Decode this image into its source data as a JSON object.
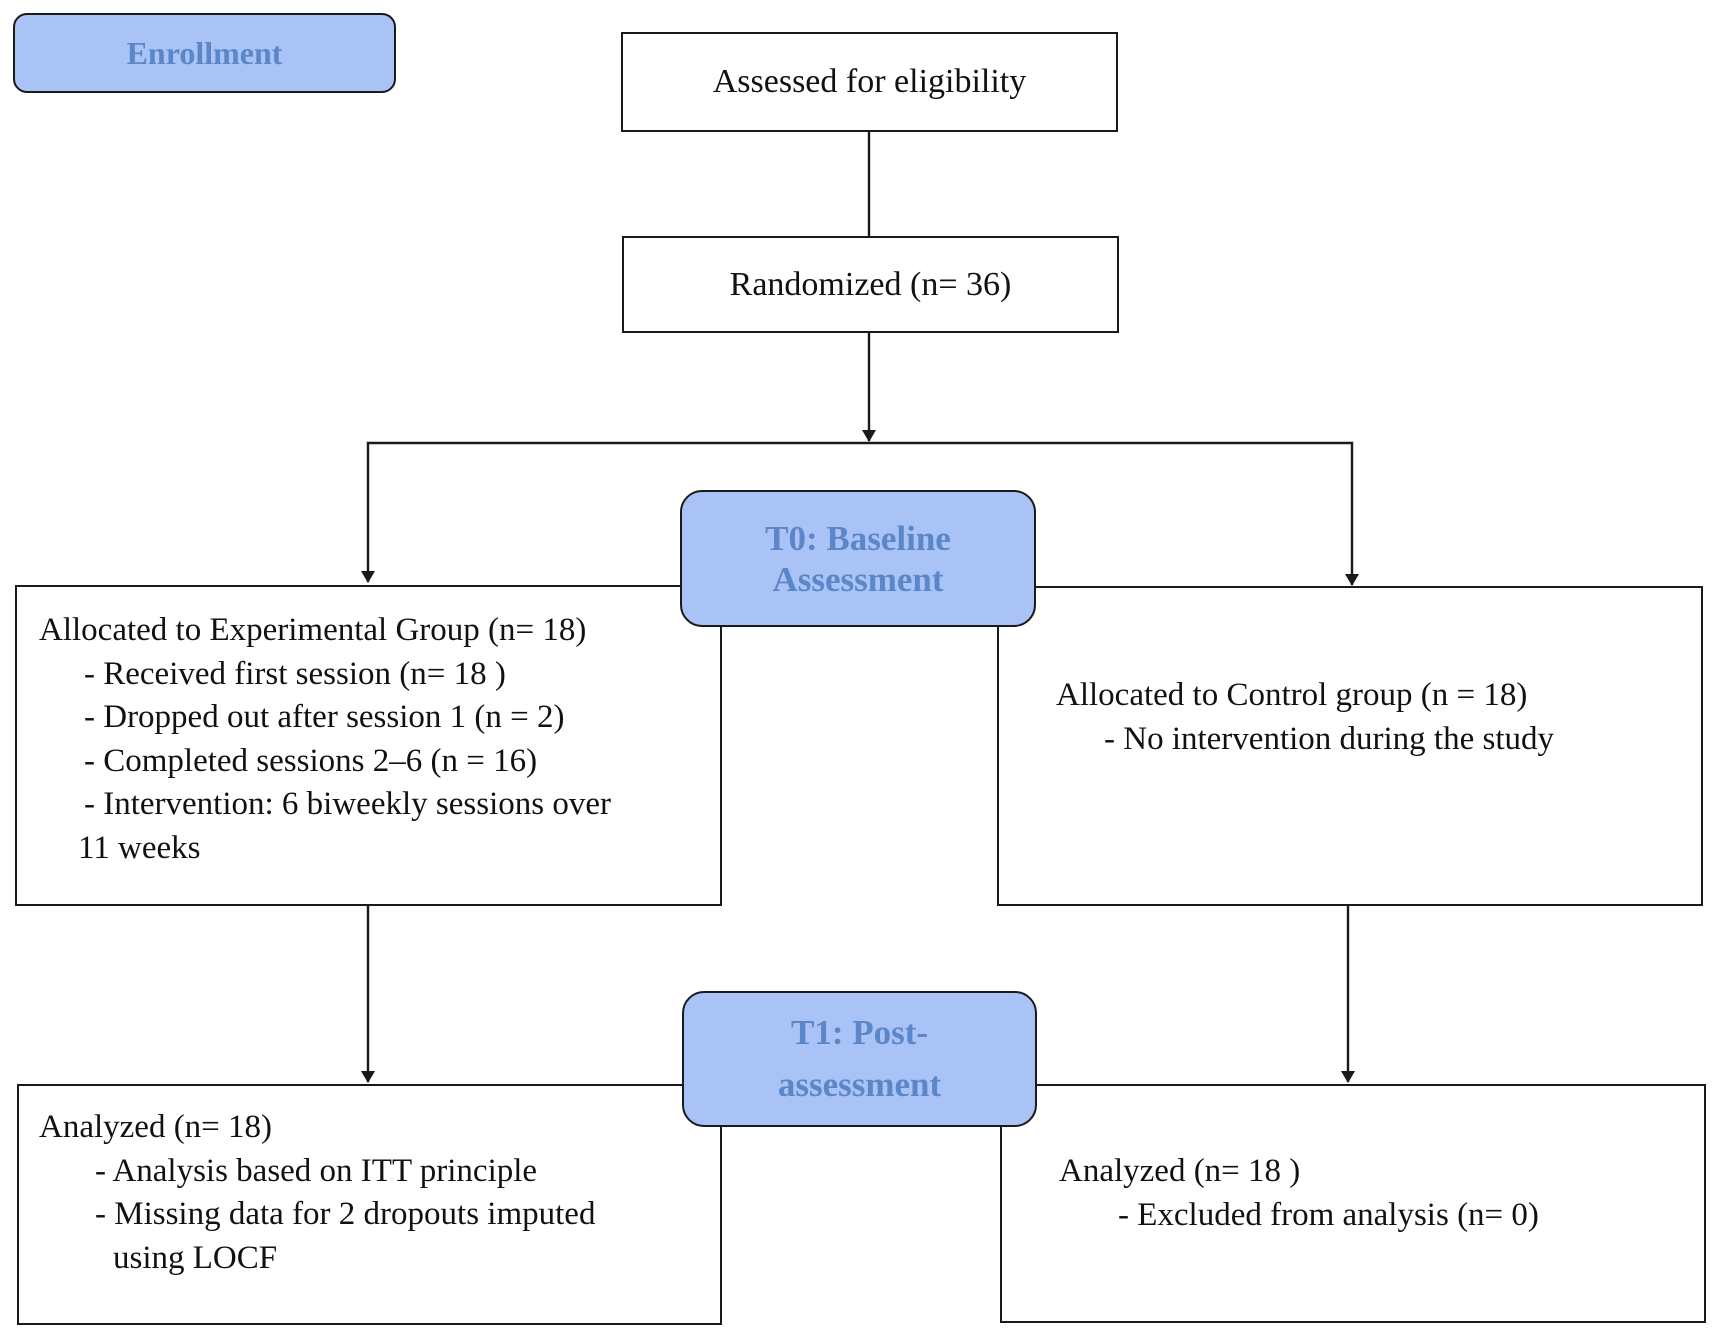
{
  "stages": {
    "enrollment": "Enrollment",
    "t0": "T0: Baseline Assessment",
    "t1": "T1: Post-assessment"
  },
  "assessed": "Assessed for eligibility",
  "randomized": "Randomized (n= 36)",
  "experimental_allocation": {
    "title": "Allocated to Experimental Group (n= 18)",
    "items": [
      "- Received first session (n= 18 )",
      "- Dropped out after session 1 (n = 2)",
      "- Completed sessions 2–6 (n = 16)",
      "- Intervention: 6 biweekly sessions over"
    ],
    "continuation": "11 weeks"
  },
  "control_allocation": {
    "title": "Allocated to Control group (n = 18)",
    "items": [
      "- No intervention during the study"
    ]
  },
  "experimental_analysis": {
    "title": "Analyzed  (n=  18)",
    "items": [
      "- Analysis based on ITT principle",
      "- Missing data for 2 dropouts imputed"
    ],
    "continuation": "using LOCF"
  },
  "control_analysis": {
    "title": "Analyzed  (n= 18 )",
    "items": [
      "- Excluded from analysis (n=  0)"
    ]
  }
}
